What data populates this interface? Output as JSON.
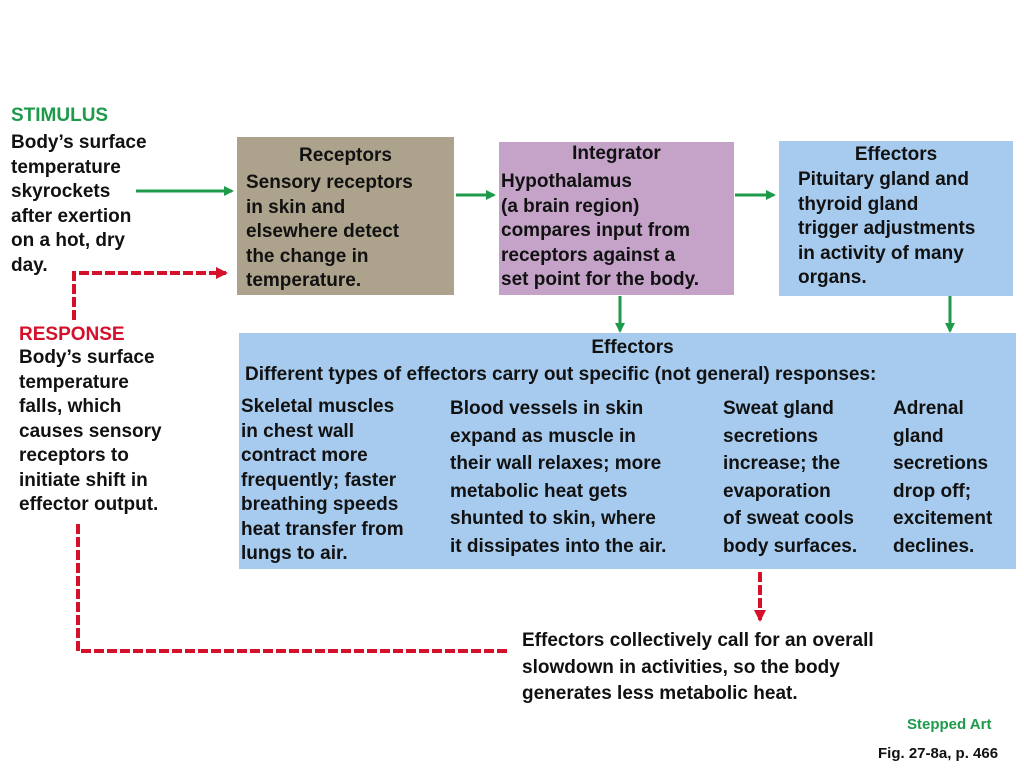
{
  "stimulus": {
    "title": "STIMULUS",
    "lines": [
      "Body’s surface",
      "temperature",
      "skyrockets",
      "after exertion",
      "on a hot, dry",
      "day."
    ]
  },
  "response": {
    "title": "RESPONSE",
    "lines": [
      "Body’s surface",
      "temperature",
      "falls, which",
      "causes sensory",
      "receptors to",
      "initiate shift in",
      "effector output."
    ]
  },
  "receptors": {
    "title": "Receptors",
    "lines": [
      "Sensory receptors",
      "in skin and",
      "elsewhere detect",
      "the change in",
      "temperature."
    ],
    "color": "#ada38c"
  },
  "integrator": {
    "title": "Integrator",
    "lines": [
      "Hypothalamus",
      "(a brain region)",
      "compares input from",
      "receptors against a",
      "set point for the body."
    ],
    "color": "#c5a3c9"
  },
  "effectors_top": {
    "title": "Effectors",
    "lines": [
      "Pituitary gland and",
      "thyroid gland",
      "trigger adjustments",
      "in activity of many",
      "organs."
    ],
    "color": "#a7cbee"
  },
  "effectors_main": {
    "title": "Effectors",
    "subtitle": "Different types of effectors carry out specific (not general) responses:",
    "color": "#a7cbee",
    "columns": [
      [
        "Skeletal muscles",
        "in chest wall",
        "contract more",
        "frequently; faster",
        "breathing speeds",
        "heat transfer from",
        "lungs to air."
      ],
      [
        "Blood vessels in skin",
        "expand as muscle in",
        "their wall relaxes; more",
        "metabolic heat gets",
        "shunted to skin, where",
        "it dissipates into the air."
      ],
      [
        "Sweat gland",
        "secretions",
        "increase; the",
        "evaporation",
        "of sweat cools",
        "body surfaces."
      ],
      [
        "Adrenal",
        "gland",
        "secretions",
        "drop off;",
        "excitement",
        "declines."
      ]
    ]
  },
  "outcome": {
    "lines": [
      "Effectors collectively call for an overall",
      "slowdown in activities, so the body",
      "generates less metabolic heat."
    ]
  },
  "footer": {
    "stepped": "Stepped Art",
    "fig": "Fig. 27-8a, p. 466"
  },
  "colors": {
    "arrow_green": "#1e9a4b",
    "arrow_red": "#d4102b"
  }
}
